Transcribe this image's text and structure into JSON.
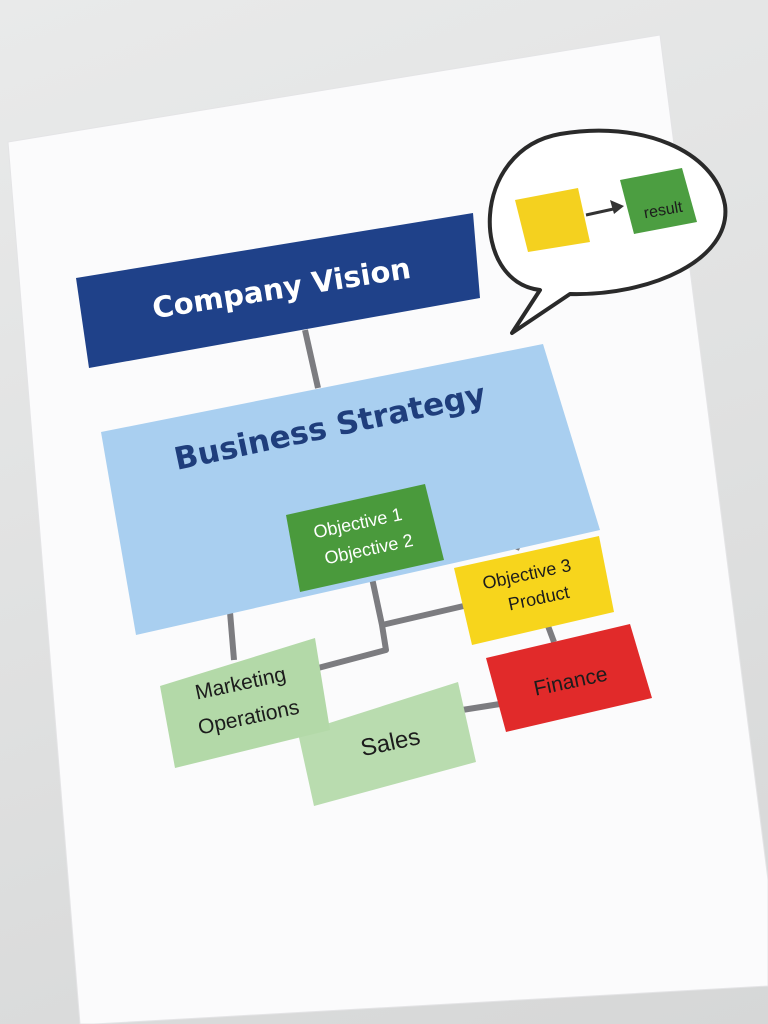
{
  "colors": {
    "vision": "#1f4189",
    "strategy": "#a9cff0",
    "objective_green": "#4a9a3c",
    "objective_yellow": "#f7d51c",
    "finance_red": "#e12a2a",
    "light_green": "#b3d9a8",
    "connector": "#7c7c80"
  },
  "nodes": {
    "vision": "Company Vision",
    "strategy": "Business Strategy",
    "objective_1": "Objective 1",
    "objective_2": "Objective 2",
    "objective_3": "Objective 3",
    "product": "Product",
    "marketing": "Marketing",
    "operations": "Operations",
    "sales": "Sales",
    "finance": "Finance"
  },
  "bubble": {
    "result_label": "result",
    "icons": [
      "yellow-square-icon",
      "arrow-right-icon",
      "green-square-icon"
    ]
  }
}
